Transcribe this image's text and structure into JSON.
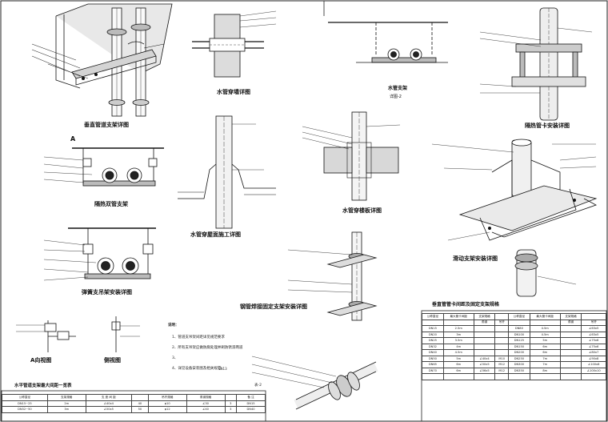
{
  "drawing": {
    "views": {
      "vertical_pipe_bracket": "垂直管道支架详图",
      "wall_sleeve": "水管穿墙详图",
      "pipe_support_2": "水管支架",
      "pipe_support_2_sub": "详图-2",
      "insulated_pipe_support": "隔热管卡安装详图",
      "double_pipe_support": "隔热双管支架",
      "roof_penetration": "水管穿屋面施工详图",
      "floor_penetration": "水管穿楼板详图",
      "sliding_support": "滑动支架安装详图",
      "spring_hanger": "弹簧支吊架安装详图",
      "riser_fixed_support": "钢管焊接固定支架安装详图",
      "view_a": "A向视图",
      "side_view": "侧视图"
    },
    "section_marker": "A",
    "notes": {
      "title": "说明：",
      "lines": [
        "1、管道支吊架间距详见规范要求",
        "2、所有支吊架应做防腐处理并刷防锈漆两道",
        "3、",
        "4、详见设备安装图及相关规范"
      ],
      "mark": "SN13"
    },
    "table_left": {
      "title": "水平管道支架最大间距一览表",
      "page_mark": "表-2",
      "header": [
        "公称直径",
        "支架规格",
        "支 座 间 距",
        "",
        "吊杆规格",
        "角钢规格",
        "",
        "备 注"
      ],
      "rows": [
        [
          "DN15~25",
          "2m",
          "∠40x4",
          "40",
          "φ10",
          "∠30",
          "3",
          "DN15"
        ],
        [
          "DN32~50",
          "3m",
          "∠50x5",
          "50",
          "φ12",
          "∠40",
          "3",
          "DN40"
        ]
      ]
    },
    "table_right": {
      "title": "垂直管管卡间距及固定支架规格",
      "header": [
        "公称直径",
        "最大管卡间距",
        "支架规格",
        "",
        "公称直径",
        "最大管卡间距",
        "支架规格",
        ""
      ],
      "subheader": [
        "",
        "",
        "角钢",
        "吊杆",
        "",
        "",
        "角钢",
        "吊杆"
      ],
      "rows": [
        [
          "DN15",
          "2.5m",
          "",
          "",
          "DN80",
          "4.5m",
          "",
          "∠63x5"
        ],
        [
          "DN20",
          "3m",
          "",
          "",
          "DN100",
          "4.5m",
          "",
          "∠63x5"
        ],
        [
          "DN25",
          "3.5m",
          "",
          "",
          "DN125",
          "5m",
          "",
          "∠75x6"
        ],
        [
          "DN32",
          "4m",
          "",
          "",
          "DN150",
          "6m",
          "",
          "∠75x6"
        ],
        [
          "DN40",
          "4.5m",
          "",
          "",
          "DN200",
          "6m",
          "",
          "∠80x7"
        ],
        [
          "DN50",
          "5m",
          "∠40x4",
          "M10",
          "DN250",
          "7m",
          "",
          "∠90x8"
        ],
        [
          "DN65",
          "6m",
          "∠50x5",
          "M12",
          "DN300",
          "7m",
          "",
          "∠100x8"
        ],
        [
          "DN70",
          "6m",
          "∠56x5",
          "M12",
          "DN350",
          "8m",
          "",
          "∠100x10"
        ],
        [
          "",
          "",
          "",
          "",
          "",
          "",
          "",
          ""
        ]
      ]
    }
  }
}
